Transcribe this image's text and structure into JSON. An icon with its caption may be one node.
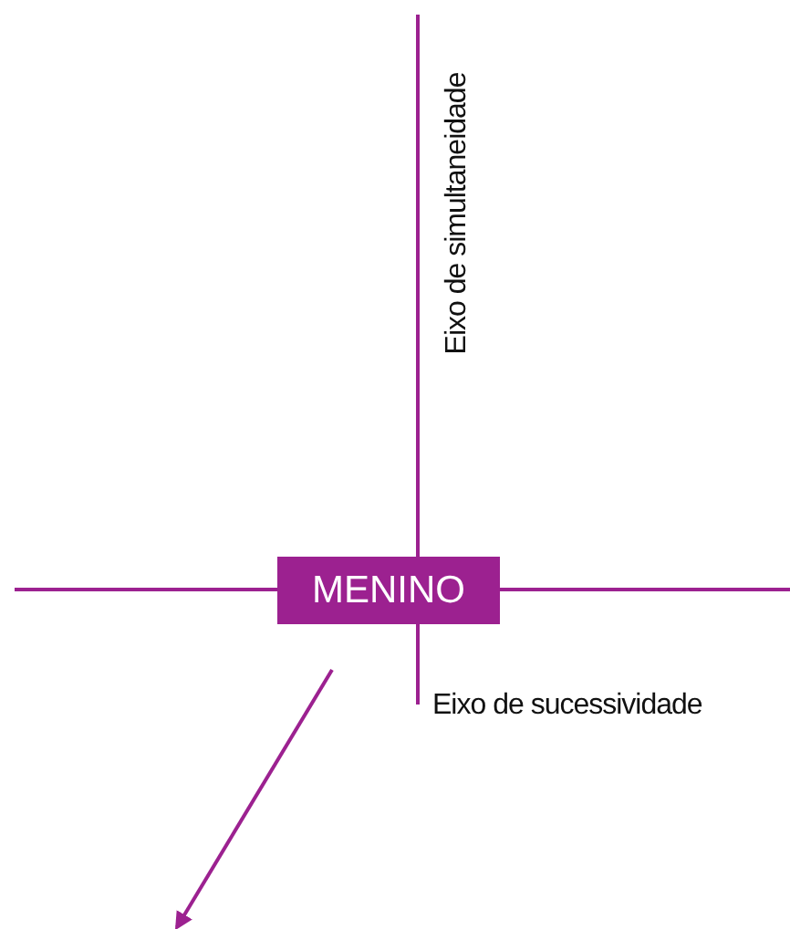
{
  "diagram": {
    "nodes": [
      {
        "text": [
          "MENINO"
        ]
      }
    ],
    "labels": [
      "Eixo de simultaneidade",
      "Eixo de sucessividade"
    ]
  }
}
